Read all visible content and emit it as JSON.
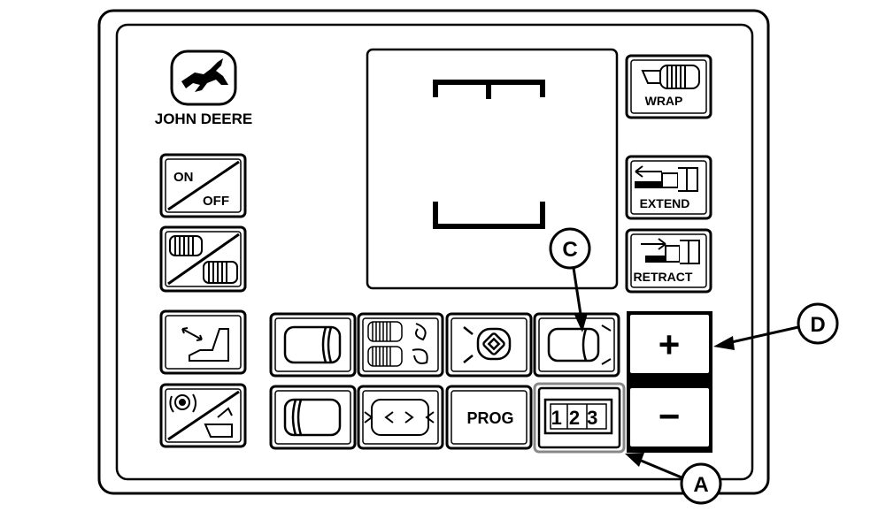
{
  "brand": {
    "name": "JOHN DEERE",
    "logo_icon": "leaping-deer-logo"
  },
  "buttons": {
    "on_off": {
      "on_label": "ON",
      "off_label": "OFF"
    },
    "wrap": {
      "label": "WRAP",
      "icon": "net-wrap-roll-icon"
    },
    "extend": {
      "label": "EXTEND",
      "icon": "arm-extend-icon"
    },
    "retract": {
      "label": "RETRACT",
      "icon": "arm-retract-icon"
    },
    "prog": {
      "label": "PROG"
    },
    "plus": {
      "label": "+"
    },
    "minus": {
      "label": "−"
    },
    "counter": {
      "digits": "123"
    }
  },
  "callouts": {
    "a": "A",
    "c": "C",
    "d": "D"
  }
}
